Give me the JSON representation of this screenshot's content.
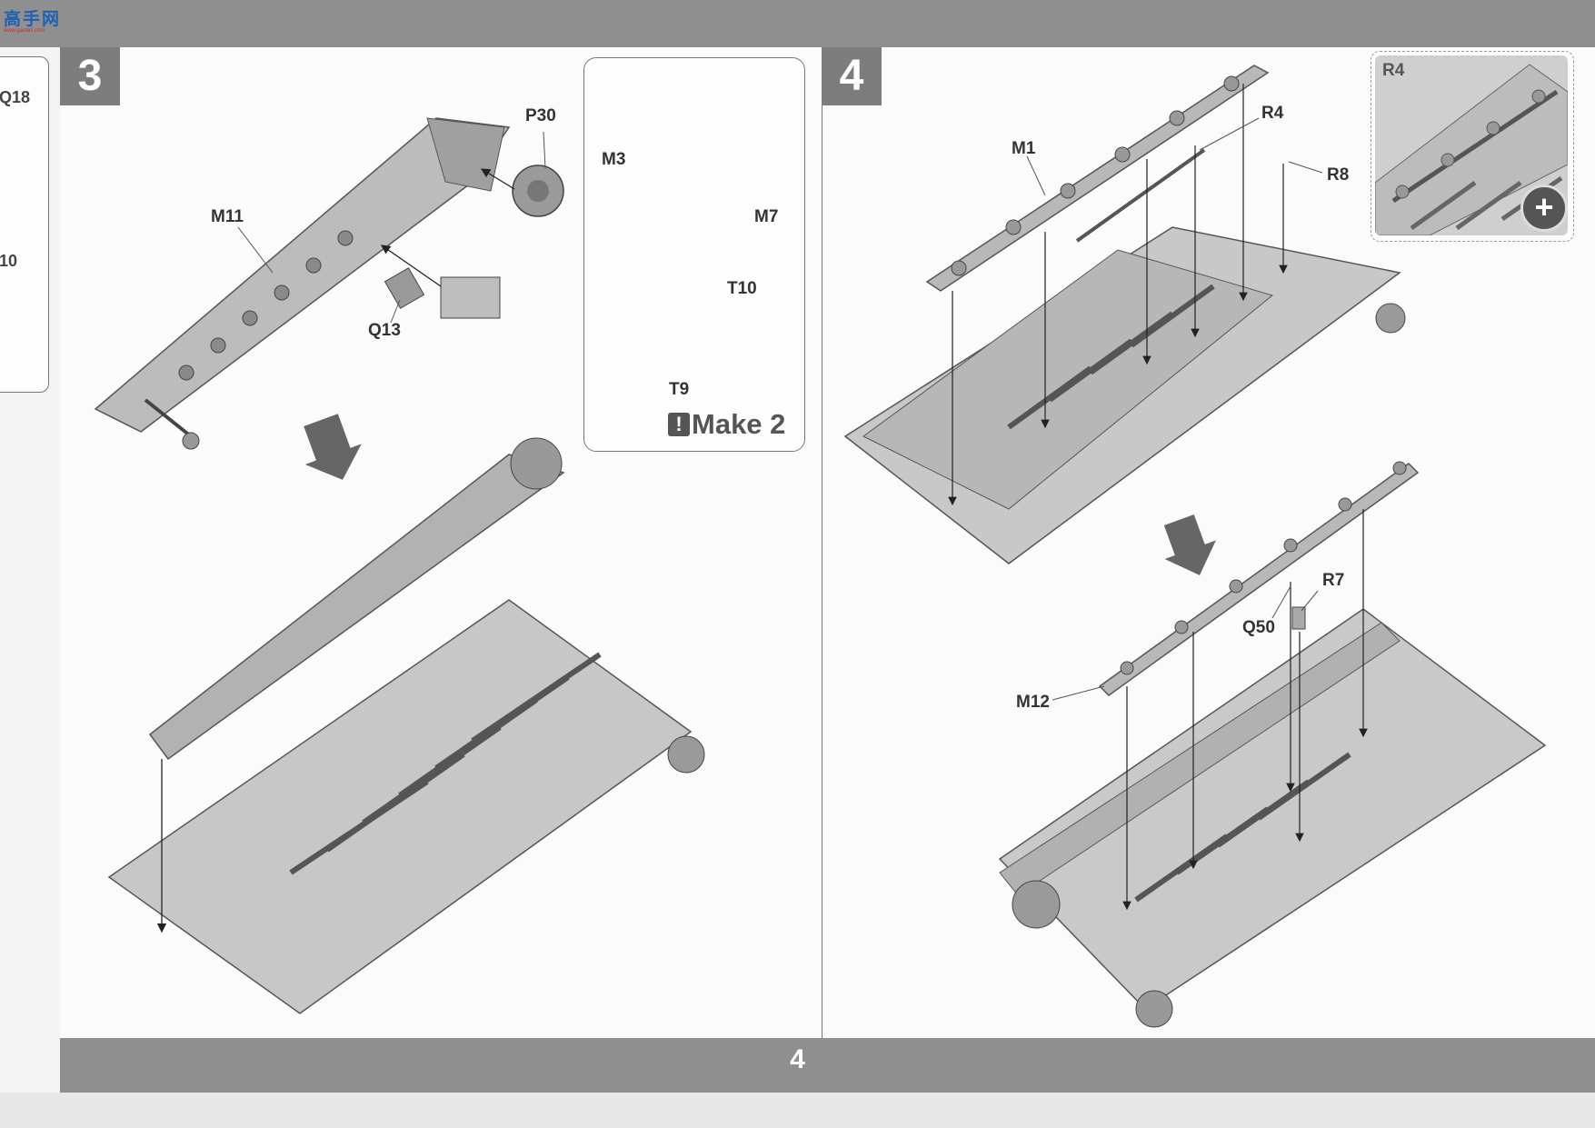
{
  "brand": {
    "logo_text": "高手网",
    "logo_url": "www.gaotes.com"
  },
  "prev_page": {
    "labels": [
      "Q18",
      "10"
    ]
  },
  "page_number": "4",
  "step3": {
    "number": "3",
    "callouts": {
      "M11": "M11",
      "P30": "P30",
      "Q13": "Q13"
    },
    "detail": {
      "callouts": {
        "M3": "M3",
        "M7": "M7",
        "T10": "T10",
        "T9": "T9"
      },
      "note_icon": "!",
      "note": "Make 2"
    }
  },
  "step4": {
    "number": "4",
    "callouts": {
      "M1": "M1",
      "R4": "R4",
      "R8": "R8",
      "R7": "R7",
      "Q50": "Q50",
      "M12": "M12"
    },
    "zoom": {
      "label": "R4",
      "icon": "zoom-in-icon"
    }
  }
}
